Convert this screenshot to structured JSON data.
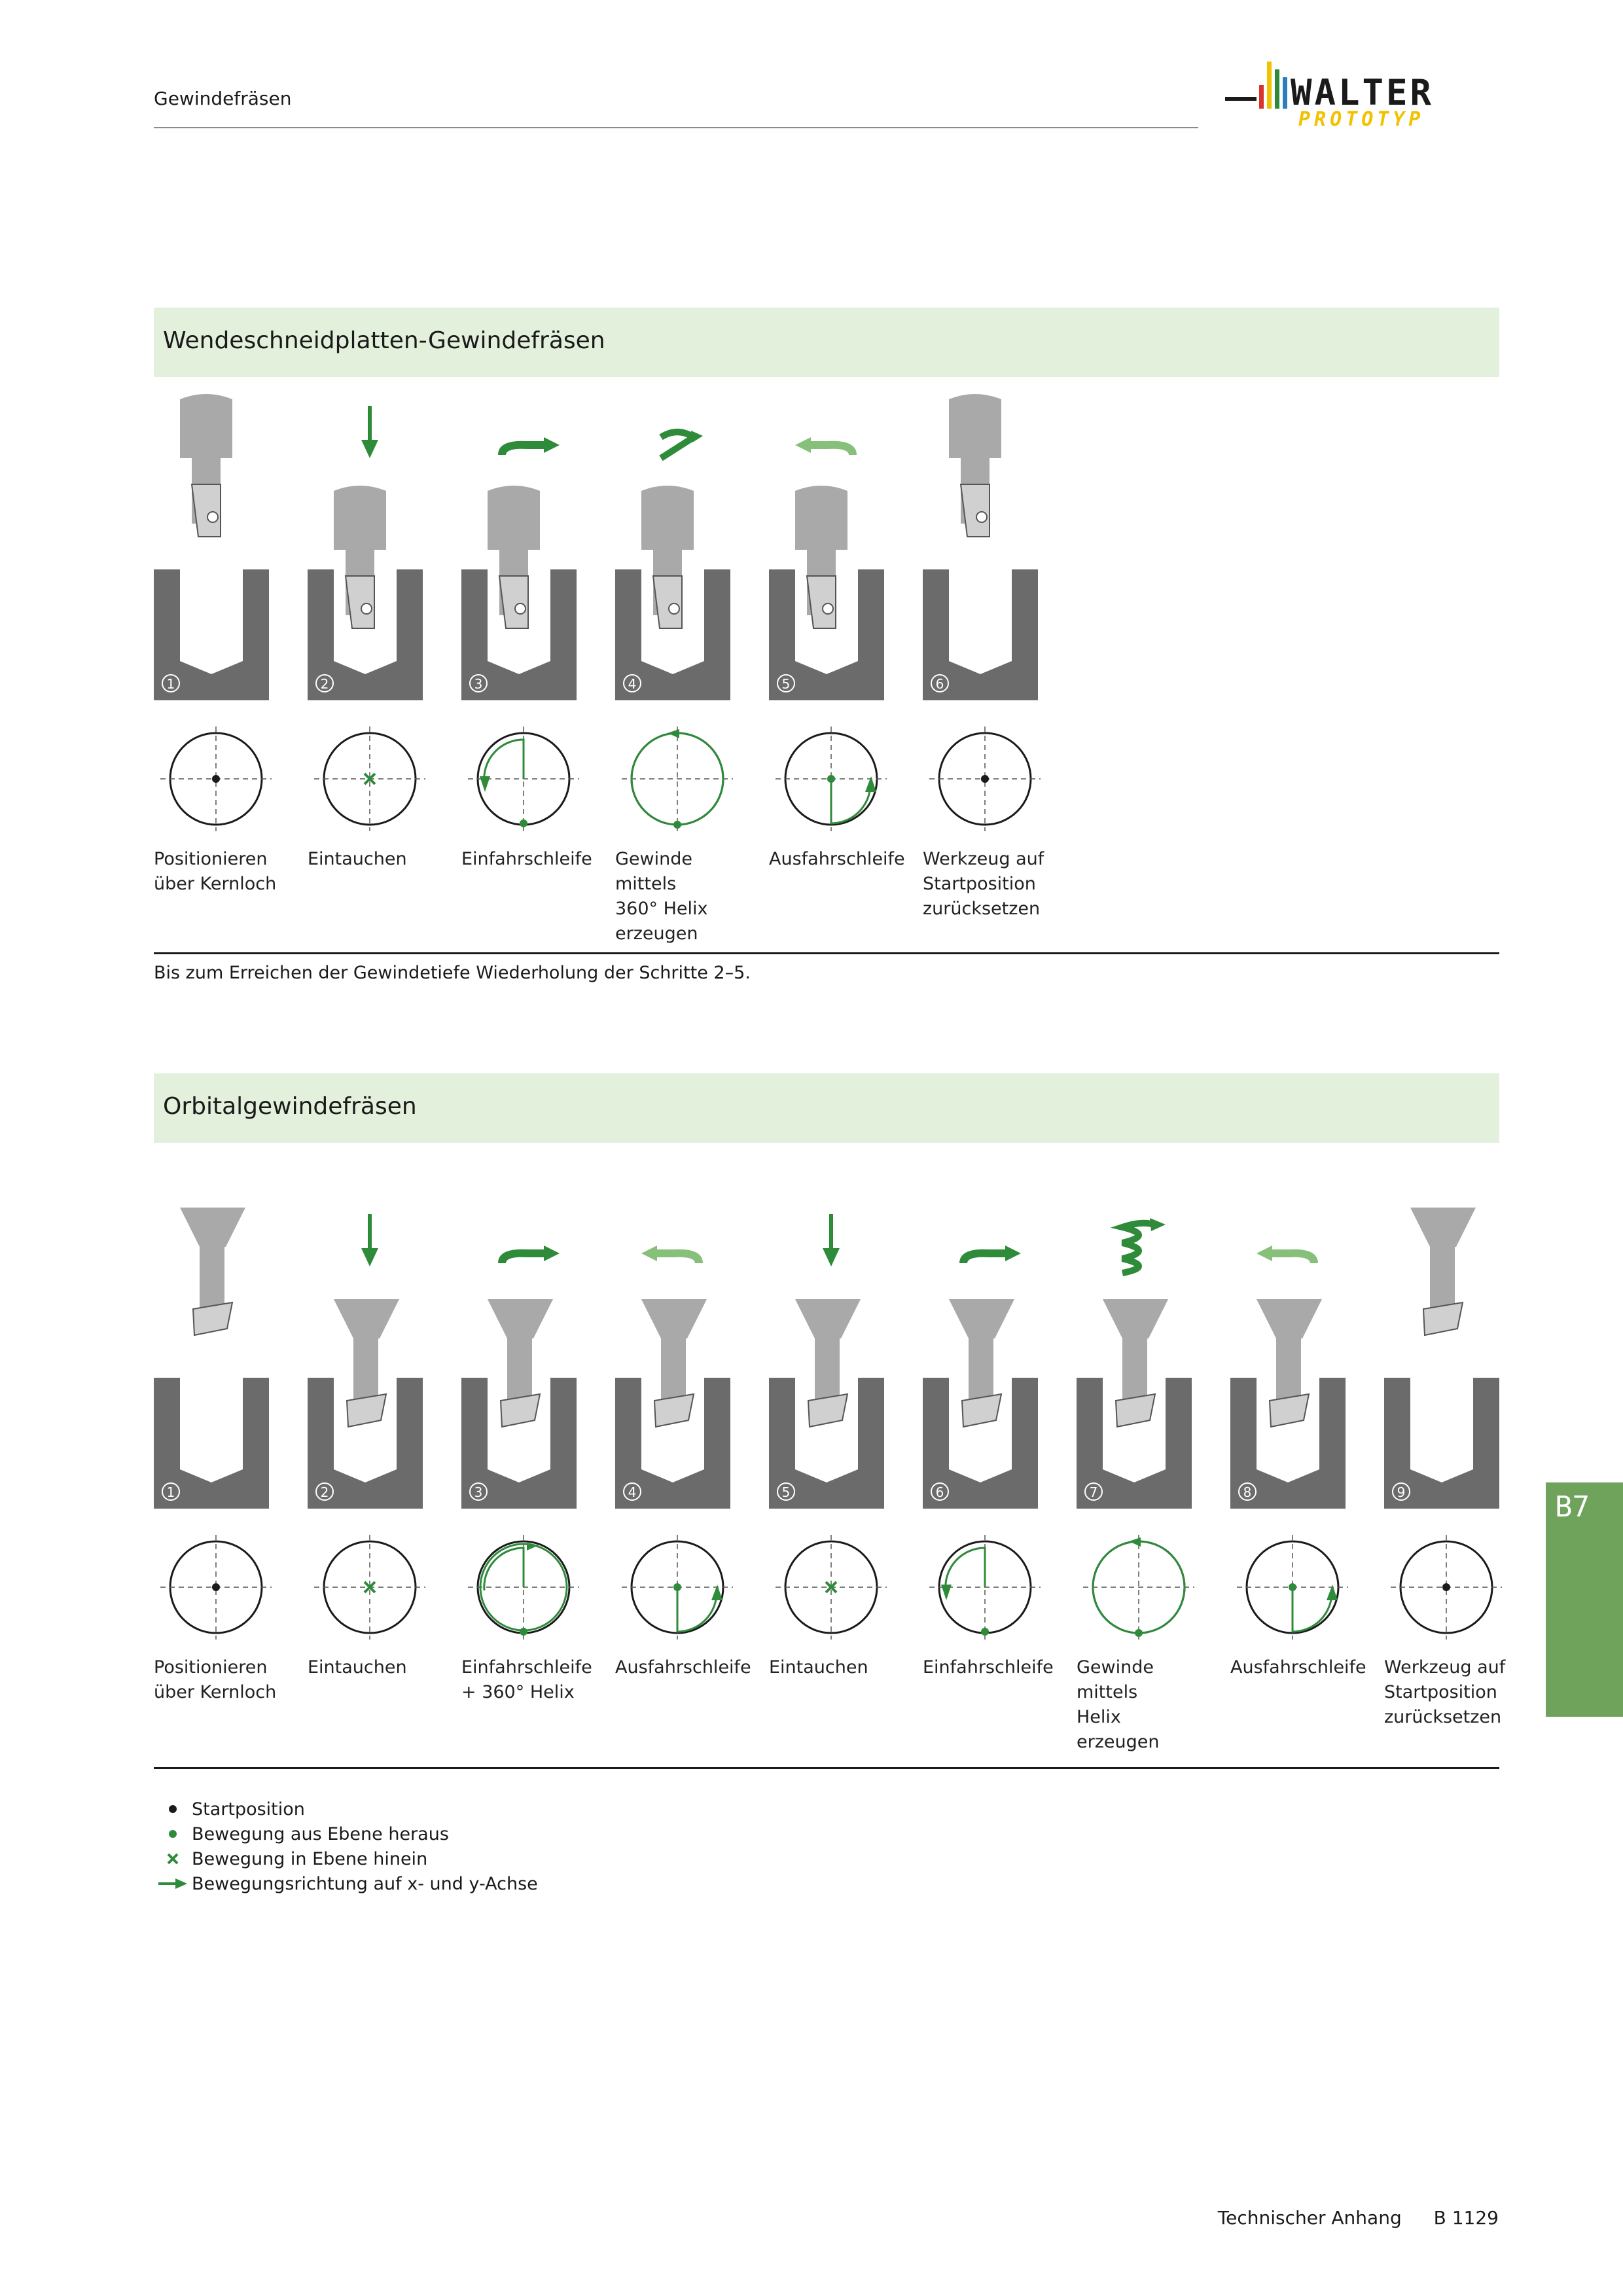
{
  "header": {
    "title": "Gewindefräsen"
  },
  "logo": {
    "brand": "WALTER",
    "sub": "PROTOTYP"
  },
  "colors": {
    "green": "#2e8b3a",
    "light_green_arrow": "#86c07a",
    "band": "#e3f0dc",
    "tab": "#6fa35c",
    "gray_tool": "#a9a9a9",
    "gray_block": "#6b6b6b"
  },
  "section1": {
    "title": "Wendeschneidplatten-Gewindefräsen",
    "steps": [
      {
        "num": "1",
        "caption": "Positionieren\nüber Kernloch",
        "motion": "none",
        "path": "dot"
      },
      {
        "num": "2",
        "caption": "Eintauchen",
        "motion": "down-arrow",
        "path": "cross"
      },
      {
        "num": "3",
        "caption": "Einfahrschleife",
        "motion": "curve-right",
        "path": "entry-arc"
      },
      {
        "num": "4",
        "caption": "Gewinde mittels\n360° Helix\nerzeugen",
        "motion": "helix-small",
        "path": "full-circle"
      },
      {
        "num": "5",
        "caption": "Ausfahrschleife",
        "motion": "curve-left",
        "path": "exit-arc"
      },
      {
        "num": "6",
        "caption": "Werkzeug auf\nStartposition\nzurücksetzen",
        "motion": "none",
        "path": "dot"
      }
    ],
    "note": "Bis zum Erreichen der Gewindetiefe Wiederholung der Schritte 2–5."
  },
  "section2": {
    "title": "Orbitalgewindefräsen",
    "steps": [
      {
        "num": "1",
        "caption": "Positionieren\nüber Kernloch",
        "motion": "none",
        "path": "dot"
      },
      {
        "num": "2",
        "caption": "Eintauchen",
        "motion": "down-arrow",
        "path": "cross"
      },
      {
        "num": "3",
        "caption": "Einfahrschleife\n+ 360° Helix",
        "motion": "curve-right",
        "path": "entry-full"
      },
      {
        "num": "4",
        "caption": "Ausfahrschleife",
        "motion": "curve-left",
        "path": "exit-arc"
      },
      {
        "num": "5",
        "caption": "Eintauchen",
        "motion": "down-arrow",
        "path": "cross"
      },
      {
        "num": "6",
        "caption": "Einfahrschleife",
        "motion": "curve-right",
        "path": "entry-arc"
      },
      {
        "num": "7",
        "caption": "Gewinde mittels\nHelix erzeugen",
        "motion": "helix-tall",
        "path": "full-circle"
      },
      {
        "num": "8",
        "caption": "Ausfahrschleife",
        "motion": "curve-left",
        "path": "exit-arc"
      },
      {
        "num": "9",
        "caption": "Werkzeug auf\nStartposition\nzurücksetzen",
        "motion": "none",
        "path": "dot"
      }
    ]
  },
  "tab": {
    "label": "B7"
  },
  "legend": [
    {
      "symbol": "black-dot-icon",
      "text": "Startposition"
    },
    {
      "symbol": "green-dot-icon",
      "text": "Bewegung aus Ebene heraus"
    },
    {
      "symbol": "green-cross-icon",
      "text": "Bewegung in Ebene hinein"
    },
    {
      "symbol": "green-arrow-icon",
      "text": "Bewegungsrichtung auf x- und y-Achse"
    }
  ],
  "footer": {
    "section": "Technischer Anhang",
    "page": "B 1129"
  }
}
